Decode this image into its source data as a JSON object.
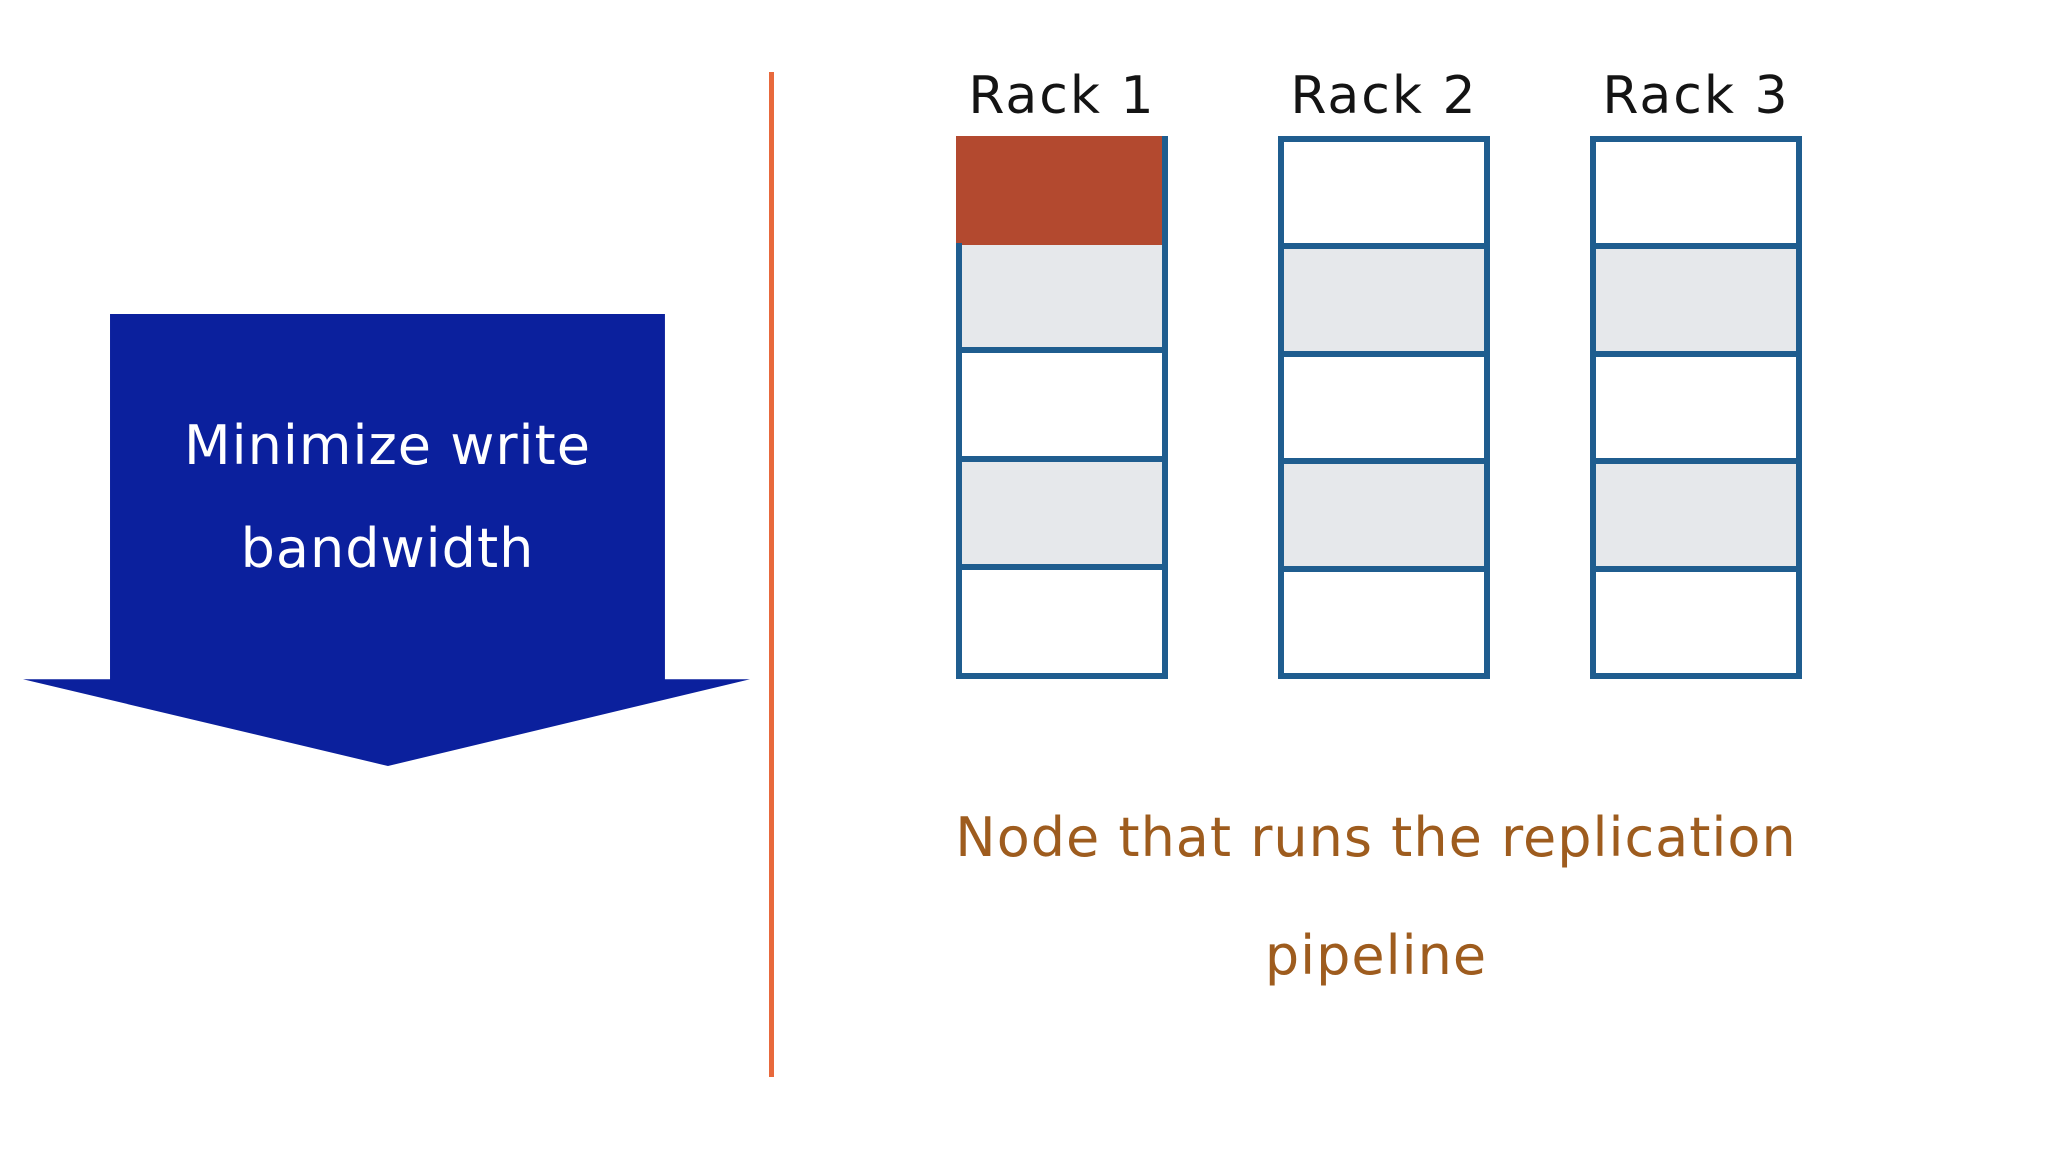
{
  "colors": {
    "background": "#ffffff",
    "arrow_blue": "#0b209d",
    "arrow_text_white": "#ffffff",
    "divider_orange": "#e8693c",
    "rack_border_blue": "#1f5d8f",
    "highlight_red": "#b3492f",
    "cell_gray": "#e6e8eb",
    "cell_white": "#ffffff",
    "label_black": "#141414",
    "caption_brown": "#9e5c1e"
  },
  "arrow": {
    "line1": "Minimize write",
    "line2": "bandwidth"
  },
  "racks": {
    "items": [
      {
        "label": "Rack 1",
        "cells": [
          "highlight",
          "gray",
          "white",
          "gray",
          "white"
        ]
      },
      {
        "label": "Rack 2",
        "cells": [
          "white",
          "gray",
          "white",
          "gray",
          "white"
        ]
      },
      {
        "label": "Rack 3",
        "cells": [
          "white",
          "gray",
          "white",
          "gray",
          "white"
        ]
      }
    ]
  },
  "caption": {
    "line1": "Node that runs the replication",
    "line2": "pipeline"
  }
}
